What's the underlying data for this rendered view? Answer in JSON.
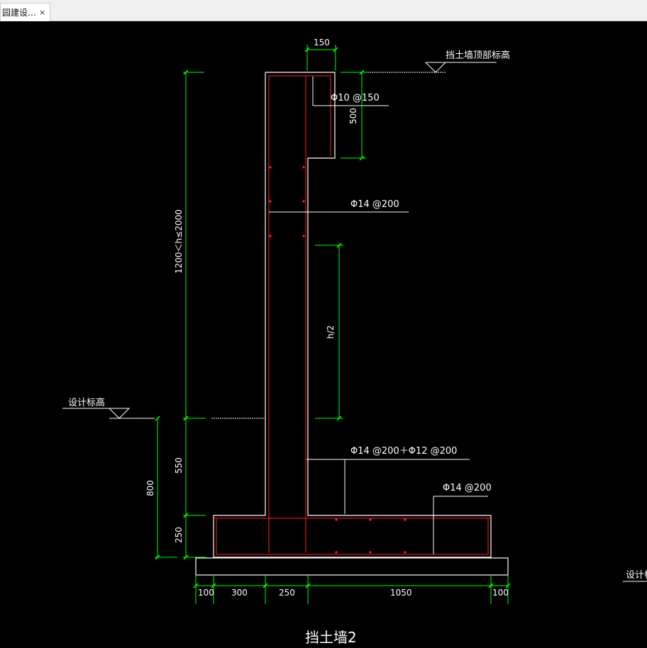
{
  "tab": {
    "title": "园建设…",
    "close_glyph": "×"
  },
  "drawing": {
    "top_elevation_label": "挡土墙顶部标高",
    "design_elevation_label": "设计标高",
    "design_elevation_label_right": "设计标",
    "bottom_title": "挡土墙2",
    "rebar": {
      "top_cap": "Φ10 @150",
      "wall_horizontal": "Φ14 @200",
      "wall_vertical": "Φ14 @200＋Φ12 @200",
      "footing": "Φ14 @200"
    },
    "dims": {
      "top_width": "150",
      "cap_height": "500",
      "wall_height": "1200＜h≤2000",
      "half_height": "h/2",
      "lower_wall": "550",
      "footing_thick": "250",
      "embed_depth": "800",
      "bottom": [
        "100",
        "300",
        "250",
        "1050",
        "100"
      ]
    },
    "colors": {
      "outline": "#ffffff",
      "rebar": "#ff2020",
      "dimension": "#00ff00",
      "background": "#000000"
    }
  }
}
